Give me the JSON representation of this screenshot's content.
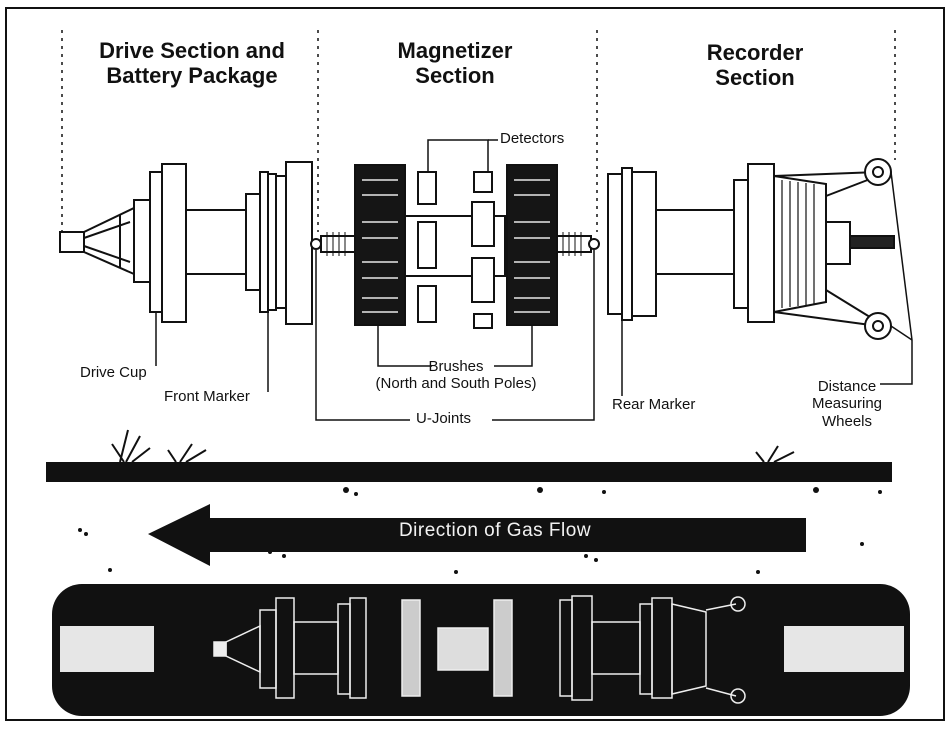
{
  "headers": {
    "drive_line1": "Drive Section and",
    "drive_line2": "Battery Package",
    "magnetizer_line1": "Magnetizer",
    "magnetizer_line2": "Section",
    "recorder_line1": "Recorder",
    "recorder_line2": "Section"
  },
  "labels": {
    "detectors": "Detectors",
    "drive_cup": "Drive Cup",
    "front_marker": "Front Marker",
    "brushes_line1": "Brushes",
    "brushes_line2": "(North and South Poles)",
    "u_joints": "U-Joints",
    "rear_marker": "Rear Marker",
    "wheels_line1": "Distance",
    "wheels_line2": "Measuring",
    "wheels_line3": "Wheels"
  },
  "flow_label": "Direction of Gas Flow",
  "colors": {
    "ink": "#111111",
    "paper": "#ffffff",
    "arrow_text": "#f2f2f2"
  }
}
